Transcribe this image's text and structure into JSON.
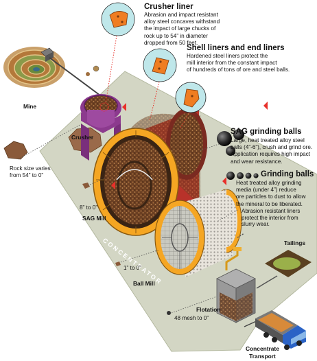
{
  "labels": {
    "mine": "Mine",
    "crusher": "Crusher",
    "sag_mill": "SAG Mill",
    "ball_mill": "Ball Mill",
    "tailings": "Tailings",
    "flotation": "Flotation",
    "concentrate_transport": [
      "Concentrate",
      "Transport"
    ],
    "concentrator": "CONCENTRATOR"
  },
  "sizes": {
    "rock_size": [
      "Rock size varies",
      "from 54” to 0”"
    ],
    "sag_size": "8” to 0”",
    "ball_size": "1” to 0”",
    "flotation_size": "48 mesh to 0”"
  },
  "callouts": {
    "crusher_liner": {
      "title": "Crusher liner",
      "lines": [
        "Abrasion and impact resistant",
        "alloy steel concaves withstand",
        "the impact of large chucks of",
        "rock up to 54” in diameter",
        "dropped from 50 feet."
      ]
    },
    "shell_liners": {
      "title": "Shell liners and end liners",
      "lines": [
        "Hardened steel liners protect the",
        "mill interior from the constant impact",
        "of hundreds of tons of ore and steel balls."
      ]
    },
    "sag_balls": {
      "title": "SAG grinding balls",
      "lines": [
        "Large, heat treated alloy steel",
        "balls (4”-6”), crush and grind ore.",
        "Application requires high impact",
        "and wear resistance."
      ]
    },
    "grinding_balls": {
      "title": "Grinding balls",
      "lines": [
        "Heat treated alloy grinding",
        "media (under 4”) reduce",
        "ore particles to dust to allow",
        "the mineral to be liberated."
      ]
    },
    "abrasion_liners": {
      "lines": [
        "Abrasion resistant liners",
        "protect the interior from",
        "slurry wear."
      ]
    }
  },
  "colors": {
    "platform": "#d3d6c4",
    "platform_edge": "#b4b9a0",
    "mill_orange": "#f5a623",
    "mill_dark": "#3a2414",
    "ore_brown": "#7a4a2a",
    "crusher_purple": "#8c3a8e",
    "callout_circle": "#bfe7ea",
    "part_orange": "#ef7d22",
    "truck_blue": "#2b63c6",
    "tailings_green": "#9ab04a"
  }
}
